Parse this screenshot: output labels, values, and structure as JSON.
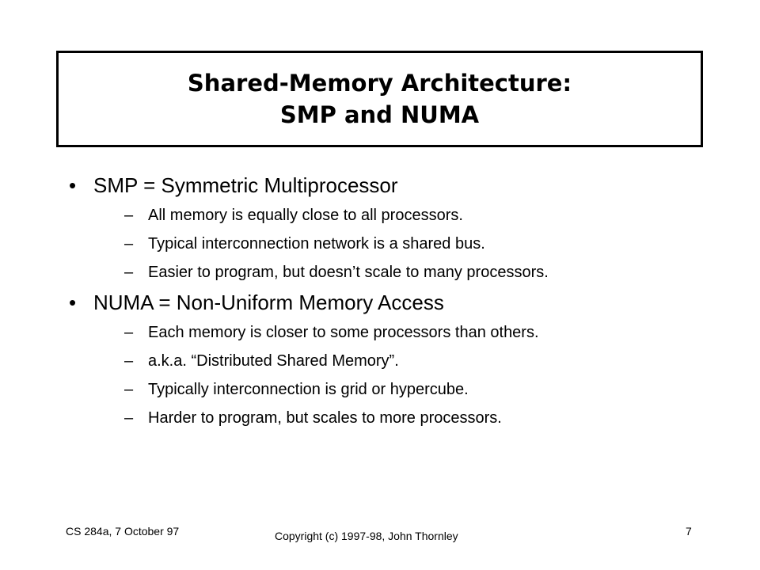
{
  "title": {
    "line1": "Shared-Memory Architecture:",
    "line2": "SMP and NUMA"
  },
  "bullet_marker": "•",
  "sub_marker": "–",
  "bullets": [
    {
      "text": "SMP = Symmetric Multiprocessor",
      "subs": [
        "All memory is equally close to all processors.",
        "Typical interconnection network is a shared bus.",
        "Easier to program, but doesn’t scale to many processors."
      ]
    },
    {
      "text": "NUMA = Non-Uniform Memory Access",
      "subs": [
        "Each memory is closer to some processors than others.",
        "a.k.a. “Distributed Shared Memory”.",
        "Typically interconnection is grid or hypercube.",
        "Harder to program, but scales to more processors."
      ]
    }
  ],
  "footer": {
    "left": "CS 284a, 7 October 97",
    "center": "Copyright (c) 1997-98, John Thornley",
    "page_number": "7"
  }
}
